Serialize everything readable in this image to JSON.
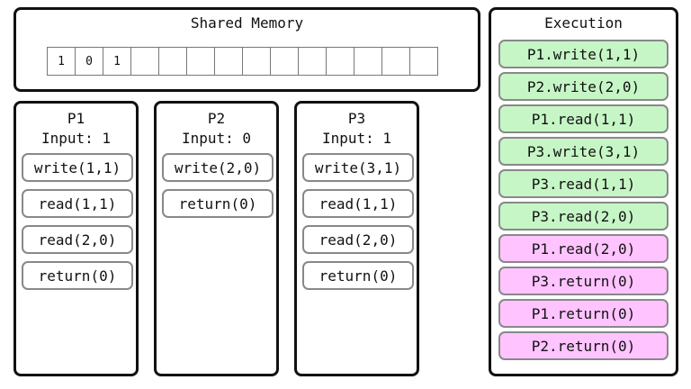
{
  "shared_memory": {
    "title": "Shared Memory",
    "cells": [
      "1",
      "0",
      "1",
      "",
      "",
      "",
      "",
      "",
      "",
      "",
      "",
      "",
      "",
      ""
    ]
  },
  "processes": [
    {
      "name": "P1",
      "input": "Input: 1",
      "ops": [
        "write(1,1)",
        "read(1,1)",
        "read(2,0)",
        "return(0)"
      ]
    },
    {
      "name": "P2",
      "input": "Input: 0",
      "ops": [
        "write(2,0)",
        "return(0)"
      ]
    },
    {
      "name": "P3",
      "input": "Input: 1",
      "ops": [
        "write(3,1)",
        "read(1,1)",
        "read(2,0)",
        "return(0)"
      ]
    }
  ],
  "execution": {
    "title": "Execution",
    "colors": {
      "done": "#c6f6c6",
      "pending": "#ffc4ff"
    },
    "steps": [
      {
        "label": "P1.write(1,1)",
        "status": "done"
      },
      {
        "label": "P2.write(2,0)",
        "status": "done"
      },
      {
        "label": "P1.read(1,1)",
        "status": "done"
      },
      {
        "label": "P3.write(3,1)",
        "status": "done"
      },
      {
        "label": "P3.read(1,1)",
        "status": "done"
      },
      {
        "label": "P3.read(2,0)",
        "status": "done"
      },
      {
        "label": "P1.read(2,0)",
        "status": "pending"
      },
      {
        "label": "P3.return(0)",
        "status": "pending"
      },
      {
        "label": "P1.return(0)",
        "status": "pending"
      },
      {
        "label": "P2.return(0)",
        "status": "pending"
      }
    ]
  }
}
